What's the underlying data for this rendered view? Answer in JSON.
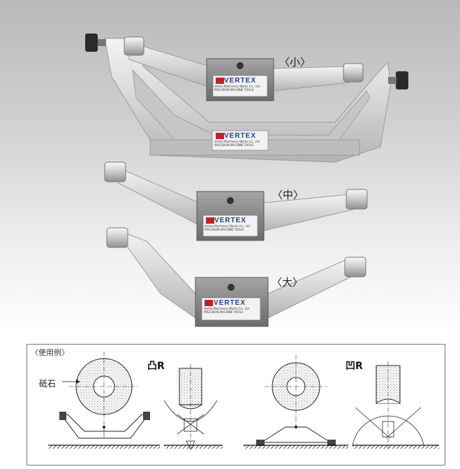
{
  "photo": {
    "brand": "VERTEX",
    "plate_line_1": "Vertex Machinery Works Co., Ltd",
    "plate_line_2": "PRECISION MACHINE TOOLS",
    "size_small": "〈小〉",
    "size_medium": "〈中〉",
    "size_large": "〈大〉"
  },
  "diagram": {
    "usage_title": "〈使用例〉",
    "wheel_label": "砥石",
    "convex_label": "凸R",
    "concave_label": "凹R"
  },
  "colors": {
    "casting": "#dcdcdc",
    "block": "#8a8a8a",
    "brand_red": "#c0202a",
    "brand_blue": "#1d3f8f"
  }
}
